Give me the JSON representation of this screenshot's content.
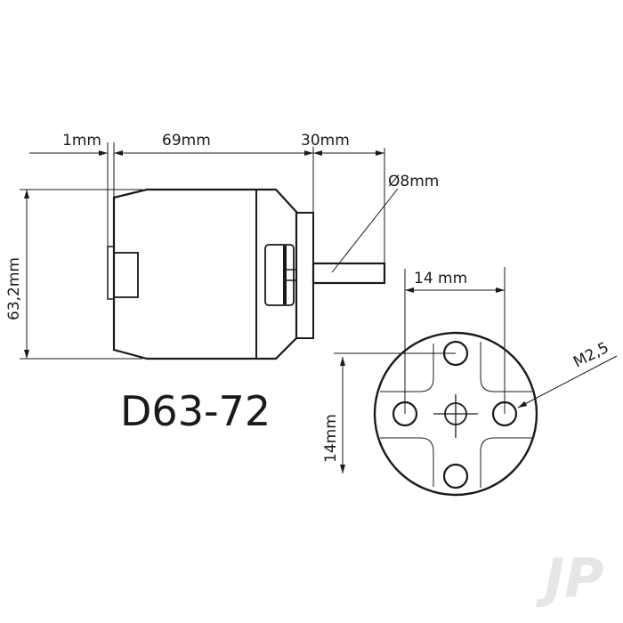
{
  "model": "D63-72",
  "side_view": {
    "dim_rear": "1mm",
    "dim_body": "69mm",
    "dim_shaft": "30mm",
    "dim_diameter": "63,2mm",
    "dim_shaft_diameter": "Ø8mm"
  },
  "front_view": {
    "dim_horizontal": "14 mm",
    "dim_vertical": "14mm",
    "screw_size": "M2,5"
  },
  "watermark": "JP",
  "colors": {
    "line": "#1a1a1a",
    "background": "#ffffff",
    "watermark": "#e6e6e6"
  }
}
